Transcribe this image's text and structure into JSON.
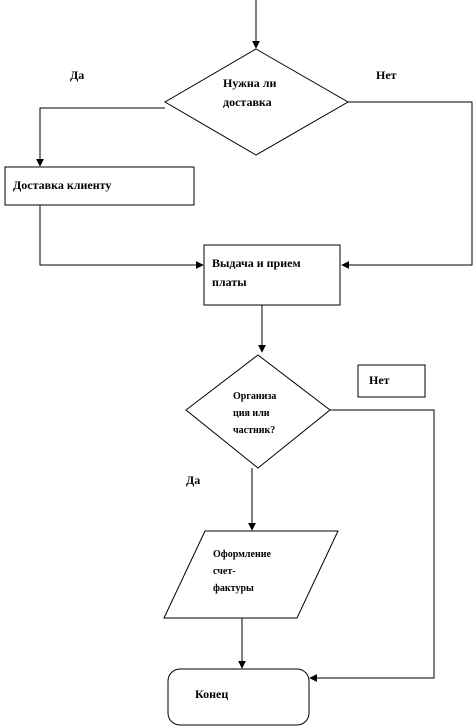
{
  "flowchart": {
    "decision_delivery": {
      "line1": "Нужна ли",
      "line2": "доставка"
    },
    "yes_label_1": "Да",
    "no_label_1": "Нет",
    "process_delivery": "Доставка клиенту",
    "process_issue": {
      "line1": "Выдача и прием",
      "line2": "платы"
    },
    "decision_client": {
      "line1": "Организа",
      "line2": "ция или",
      "line3": "частник?"
    },
    "no_label_2": "Нет",
    "yes_label_2": "Да",
    "io_invoice": {
      "line1": "Оформление",
      "line2": "счет-",
      "line3": "фактуры"
    },
    "terminal_end": "Конец"
  },
  "colors": {
    "stroke": "#000000",
    "fill": "#ffffff"
  }
}
